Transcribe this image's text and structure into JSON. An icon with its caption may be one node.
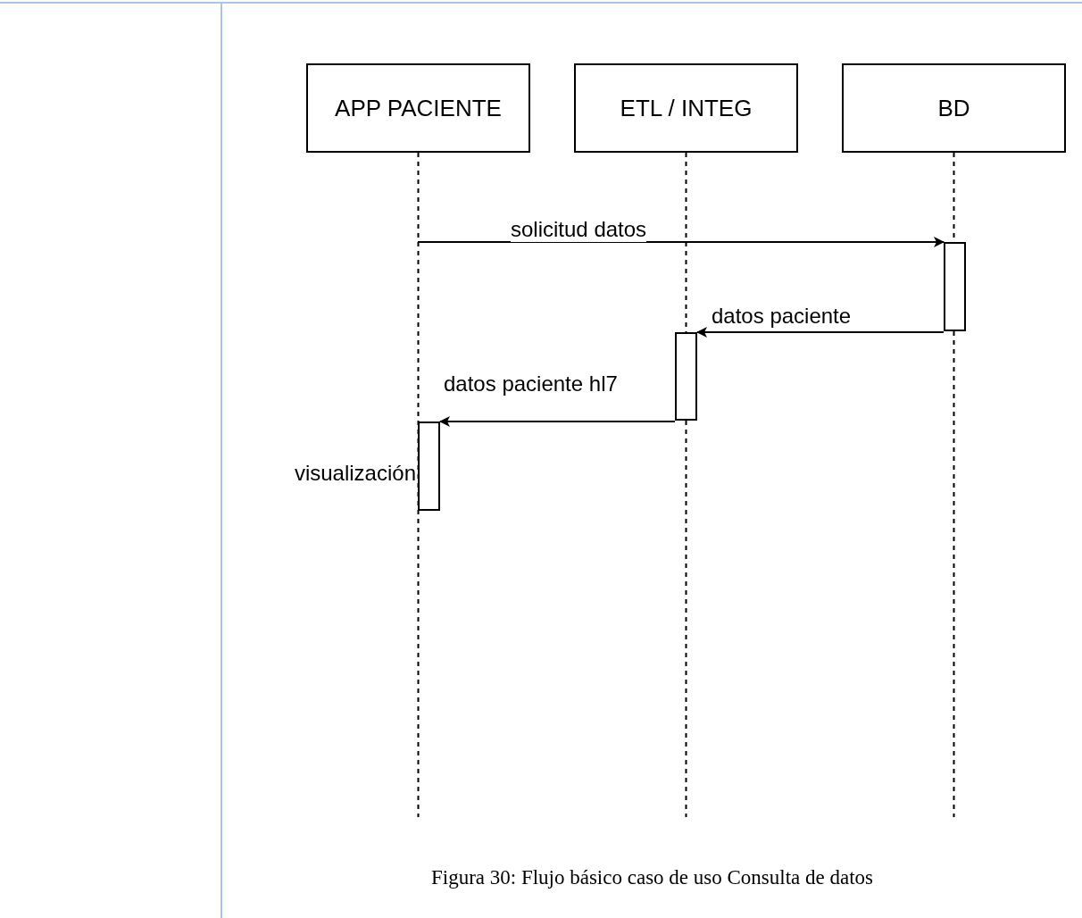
{
  "diagram": {
    "caption": "Figura 30: Flujo básico caso de uso Consulta de datos",
    "nodes": [
      {
        "text": [
          "APP PACIENTE"
        ]
      },
      {
        "text": [
          "ETL / INTEG"
        ]
      },
      {
        "text": [
          "BD"
        ]
      },
      {
        "text": [],
        "shape": "bar"
      },
      {
        "text": [],
        "shape": "bar"
      },
      {
        "text": [],
        "shape": "bar",
        "beside": [
          "visualización"
        ]
      }
    ],
    "edges": [
      {
        "from": 0,
        "to": null,
        "arrow": "none",
        "style": "dashed"
      },
      {
        "from": 1,
        "to": null,
        "arrow": "none",
        "style": "dashed"
      },
      {
        "from": 2,
        "to": null,
        "arrow": "none",
        "style": "dashed"
      },
      {
        "from": null,
        "to": 3,
        "arrow": "to",
        "label": "solicitud datos"
      },
      {
        "from": 3,
        "to": 4,
        "arrow": "to",
        "label": "datos paciente"
      },
      {
        "from": 4,
        "to": 5,
        "arrow": "to",
        "label": "datos paciente hl7"
      }
    ]
  }
}
